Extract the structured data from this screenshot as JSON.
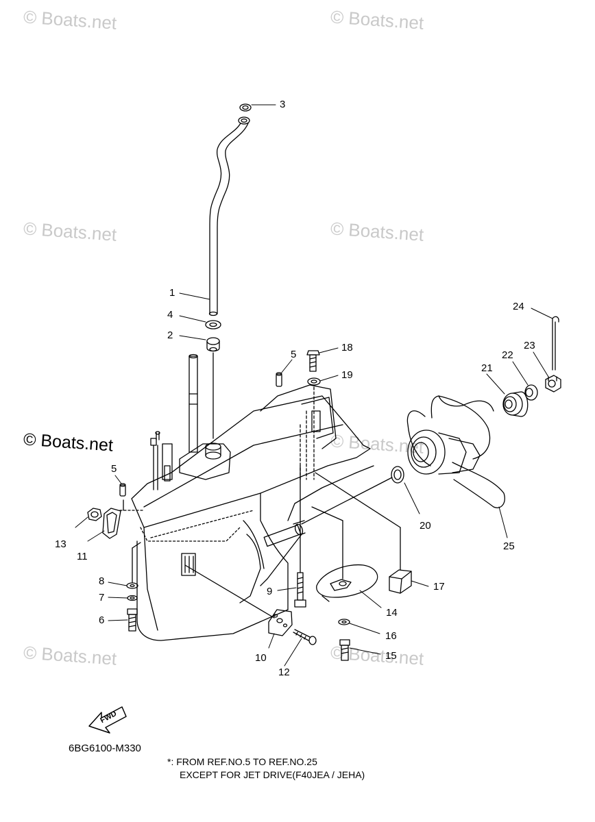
{
  "watermarks": {
    "faded": [
      "© Boats.net",
      "© Boats.net",
      "© Boats.net",
      "© Boats.net",
      "© Boats.net",
      "© Boats.net",
      "© Boats.net"
    ],
    "bold": "© Boats.net"
  },
  "callouts": [
    "1",
    "2",
    "3",
    "4",
    "5",
    "5",
    "6",
    "7",
    "8",
    "9",
    "10",
    "11",
    "12",
    "13",
    "14",
    "15",
    "16",
    "17",
    "18",
    "19",
    "20",
    "21",
    "22",
    "23",
    "24",
    "25"
  ],
  "fwd_label": "FWD",
  "diagram_code": "6BG6100-M330",
  "footnote": {
    "line1": "*: FROM REF.NO.5 TO REF.NO.25",
    "line2": "EXCEPT FOR JET DRIVE(F40JEA / JEHA)"
  },
  "colors": {
    "line": "#000000",
    "watermark": "#c9c9c9"
  }
}
